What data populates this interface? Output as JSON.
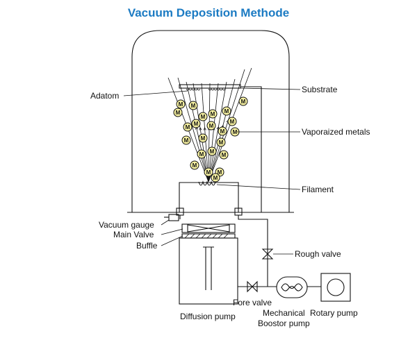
{
  "title": "Vacuum Deposition Methode",
  "labels": {
    "adatom": "Adatom",
    "substrate": "Substrate",
    "vaporized_metals": "Vaporaized metals",
    "filament": "Filament",
    "vacuum_gauge": "Vacuum gauge",
    "main_valve": "Main Valve",
    "buffle": "Buffle",
    "rough_valve": "Rough valve",
    "fore_valve": "Fore valve",
    "mechanical_line1": "Mechanical",
    "mechanical_line2": "Boostor pump",
    "rotary_pump": "Rotary pump",
    "diffusion_pump": "Diffusion pump"
  },
  "particle_label": "M",
  "colors": {
    "title": "#1c7bc3",
    "particle_fill": "#f6f1a2",
    "line": "#111111"
  }
}
